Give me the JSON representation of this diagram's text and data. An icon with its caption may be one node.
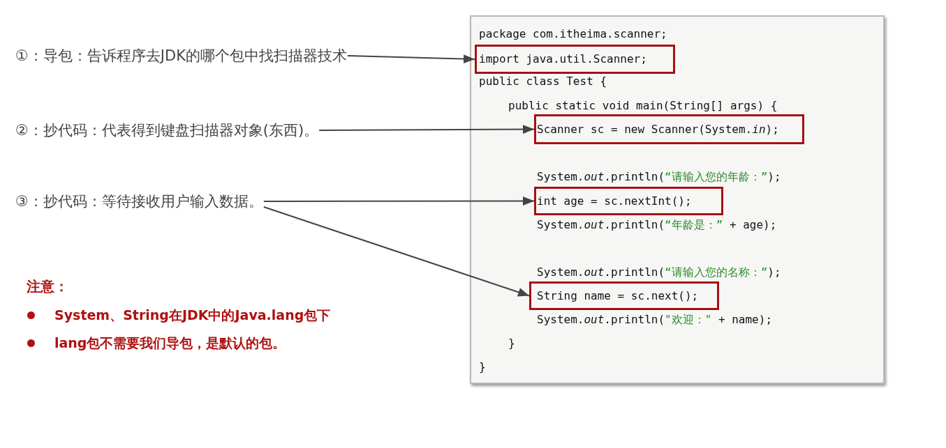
{
  "diagram": {
    "nodes": [
      {
        "text": [
          "①：导包：告诉程序去JDK的哪个包中找扫描器技术"
        ]
      },
      {
        "text": [
          "②：抄代码：代表得到键盘扫描器对象(东西)。"
        ]
      },
      {
        "text": [
          "③：抄代码：等待接收用户输入数据。"
        ]
      },
      {
        "text": [
          "package com.itheima.scanner;",
          "public class Test {",
          "public static void main(String[] args) {",
          "System.*out*.println(“请输入您的年龄：”);",
          "System.*out*.println(“年龄是：” + age);",
          "System.*out*.println(“请输入您的名称：”);",
          "System.*out*.println(\"欢迎：\" + name);",
          "}",
          "}"
        ]
      },
      {
        "text": [
          "import java.util.Scanner;"
        ],
        "in": 3
      },
      {
        "text": [
          "Scanner sc = new Scanner(System.*in*);"
        ],
        "in": 3
      },
      {
        "text": [
          "int age = sc.nextInt();"
        ],
        "in": 3
      },
      {
        "text": [
          "String name = sc.next();"
        ],
        "in": 3
      }
    ],
    "edges": [
      {
        "from": 0,
        "to": 4,
        "arrow": "to"
      },
      {
        "from": 1,
        "to": 5,
        "arrow": "to"
      },
      {
        "from": 2,
        "to": 6,
        "arrow": "to"
      },
      {
        "from": 2,
        "to": 7,
        "arrow": "to"
      }
    ],
    "labels": [
      "注意：",
      "System、String在JDK中的Java.lang包下",
      "lang包不需要我们导包，是默认的包。"
    ]
  }
}
